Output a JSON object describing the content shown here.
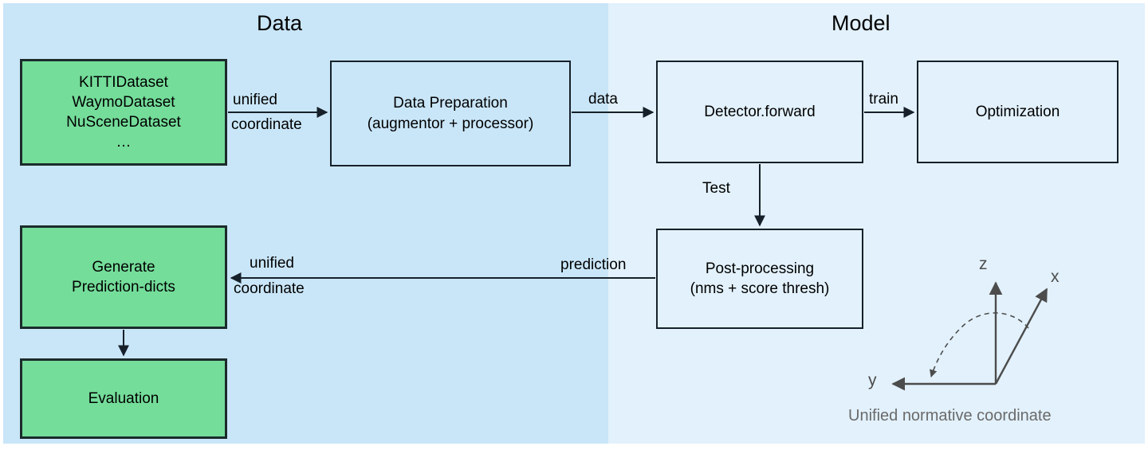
{
  "panels": {
    "data": {
      "title": "Data",
      "bg": "#c9e6f8"
    },
    "model": {
      "title": "Model",
      "bg": "#e2f1fb"
    }
  },
  "nodes": {
    "datasets": {
      "label": "KITTIDataset\nWaymoDataset\nNuSceneDataset\n…",
      "fill": "#74dd9a"
    },
    "data_preparation": {
      "label": "Data Preparation\n(augmentor + processor)",
      "fill": "#c9e6f8"
    },
    "detector_forward": {
      "label": "Detector.forward",
      "fill": "#e2f1fb"
    },
    "optimization": {
      "label": "Optimization",
      "fill": "#e2f1fb"
    },
    "post_processing": {
      "label": "Post-processing\n(nms + score thresh)",
      "fill": "#e2f1fb"
    },
    "generate_prediction_dicts": {
      "label": "Generate\nPrediction-dicts",
      "fill": "#74dd9a"
    },
    "evaluation": {
      "label": "Evaluation",
      "fill": "#74dd9a"
    }
  },
  "edges": {
    "datasets_to_prep_line1": "unified",
    "datasets_to_prep_line2": "coordinate",
    "prep_to_detector": "data",
    "detector_to_optimization": "train",
    "detector_to_postproc": "Test",
    "postproc_to_genpred": "prediction",
    "postproc_to_genpred_line1": "unified",
    "postproc_to_genpred_line2": "coordinate"
  },
  "coordinate_widget": {
    "caption": "Unified normative coordinate",
    "axis_z": "z",
    "axis_x": "x",
    "axis_y": "y",
    "stroke": "#4c4c4c",
    "caption_color": "#6a6a6a"
  }
}
